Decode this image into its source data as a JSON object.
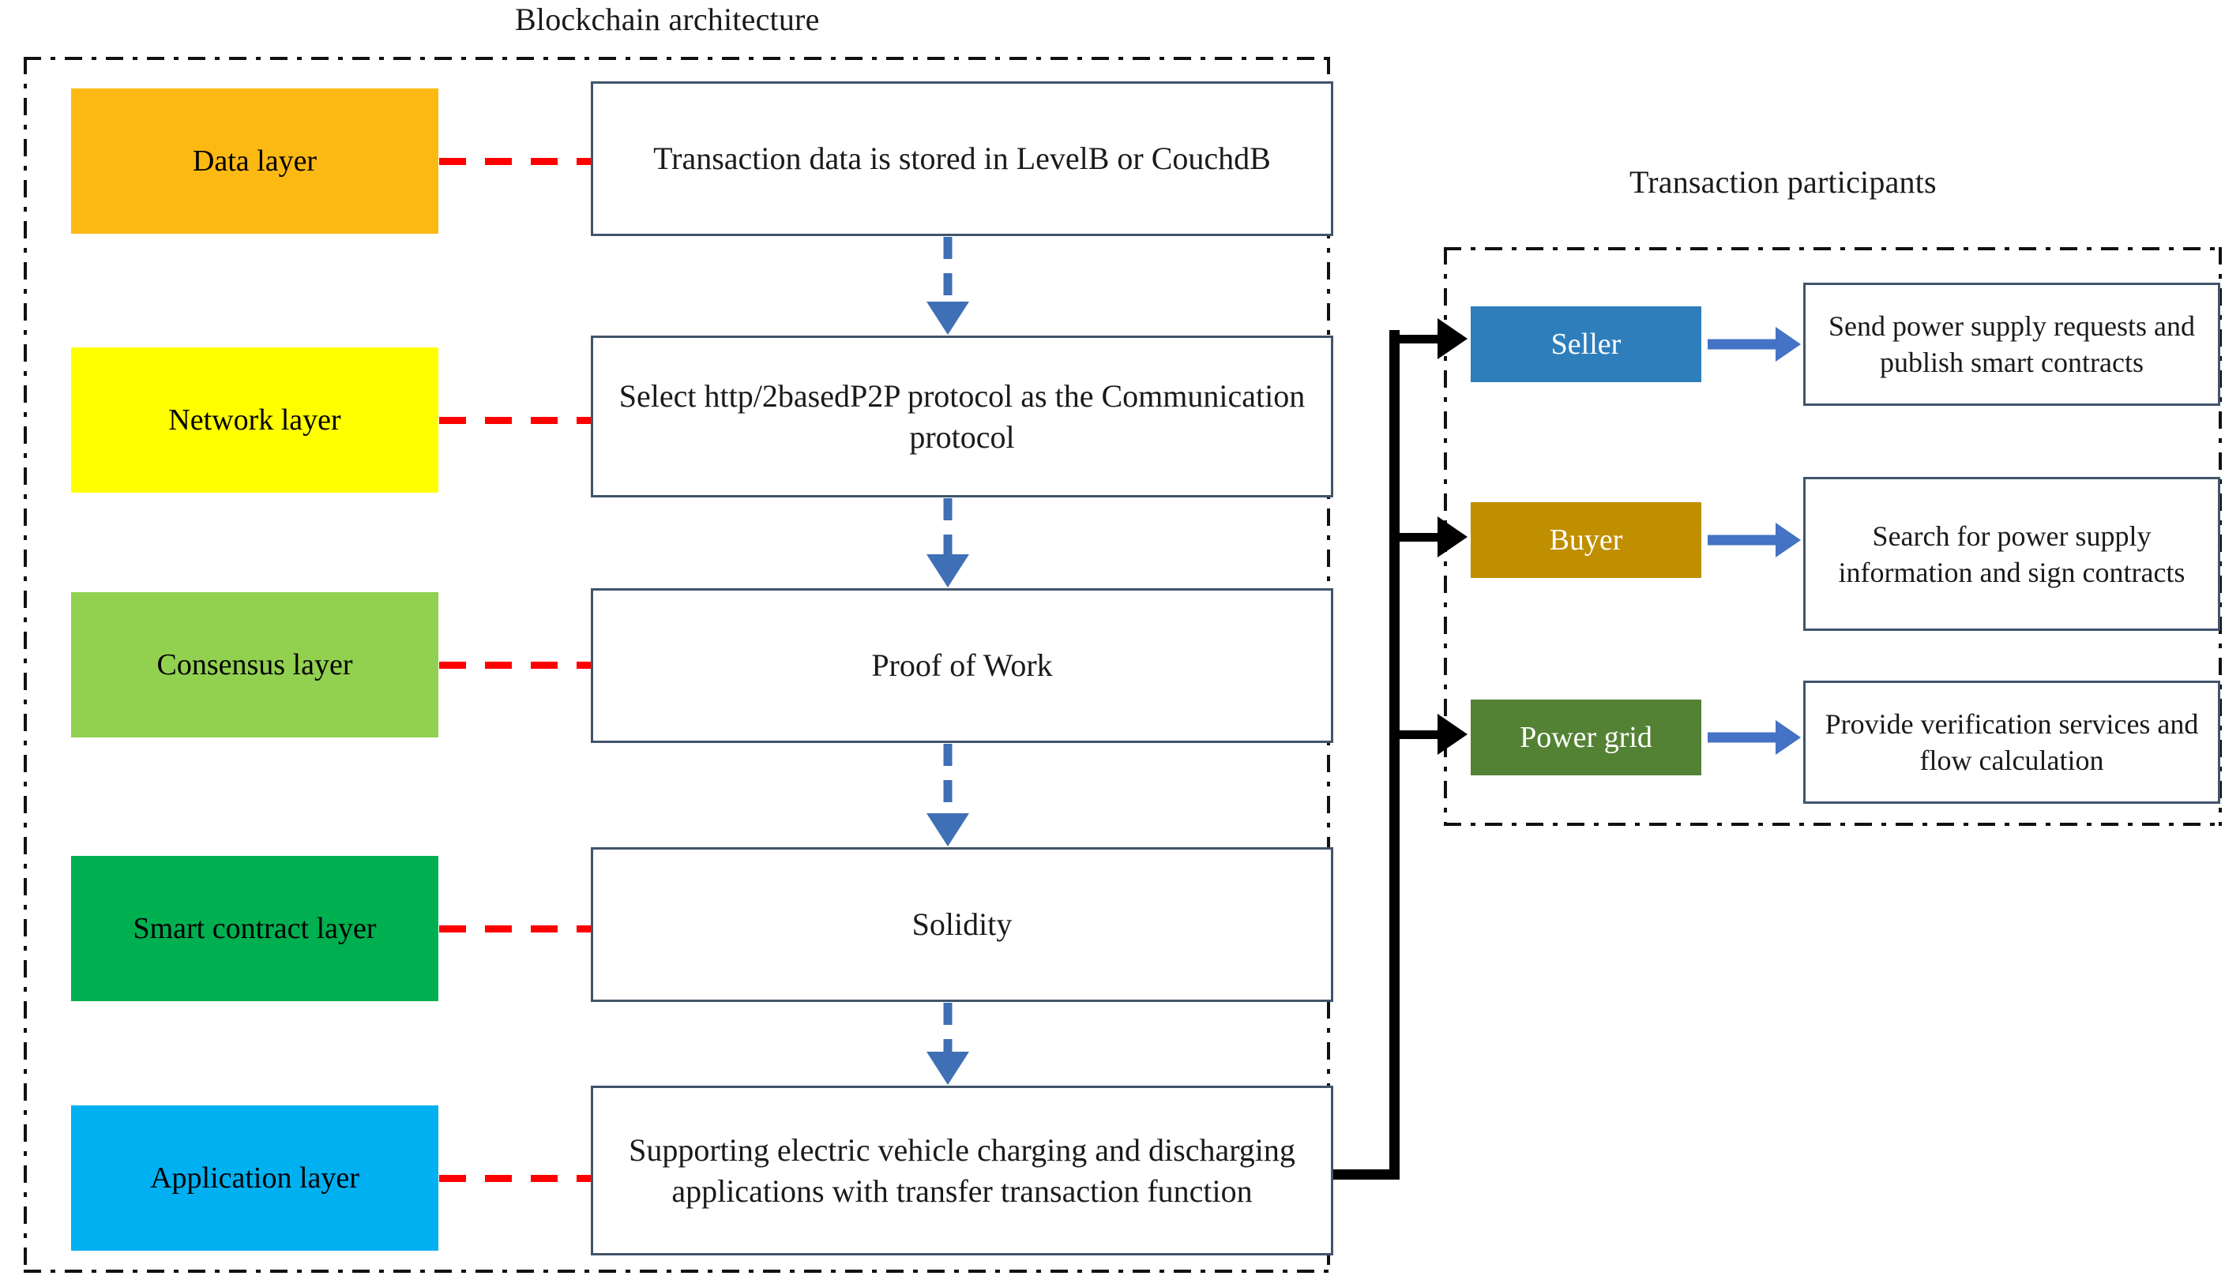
{
  "blockchain_panel": {
    "title": "Blockchain architecture",
    "layers": [
      {
        "label": "Data layer",
        "color": "#FDB913"
      },
      {
        "label": "Network layer",
        "color": "#FFFF00"
      },
      {
        "label": "Consensus layer",
        "color": "#92D050"
      },
      {
        "label": "Smart contract layer",
        "color": "#00B050"
      },
      {
        "label": "Application layer",
        "color": "#00B0F0"
      }
    ],
    "flow_steps": [
      {
        "text": "Transaction data is stored in LevelB or CouchdB"
      },
      {
        "text": "Select http/2basedP2P protocol as the Communication protocol"
      },
      {
        "text": "Proof of Work"
      },
      {
        "text": "Solidity"
      },
      {
        "text": "Supporting electric vehicle charging and discharging applications with transfer transaction function"
      }
    ]
  },
  "participants_panel": {
    "title": "Transaction participants",
    "rows": [
      {
        "role": "Seller",
        "color": "#2E7EBB",
        "description": "Send power supply requests and publish smart contracts"
      },
      {
        "role": "Buyer",
        "color": "#BF8F00",
        "description": "Search for power supply information and sign contracts"
      },
      {
        "role": "Power grid",
        "color": "#548235",
        "description": "Provide verification services and flow calculation"
      }
    ]
  },
  "connectors": {
    "layer_link_color": "#FF0000",
    "flow_arrow_color": "#3F6FB5",
    "participant_arrow_color": "#4472C4",
    "trunk_color": "#000000",
    "panel_border_color": "#111111",
    "box_border_color": "#41546B"
  }
}
